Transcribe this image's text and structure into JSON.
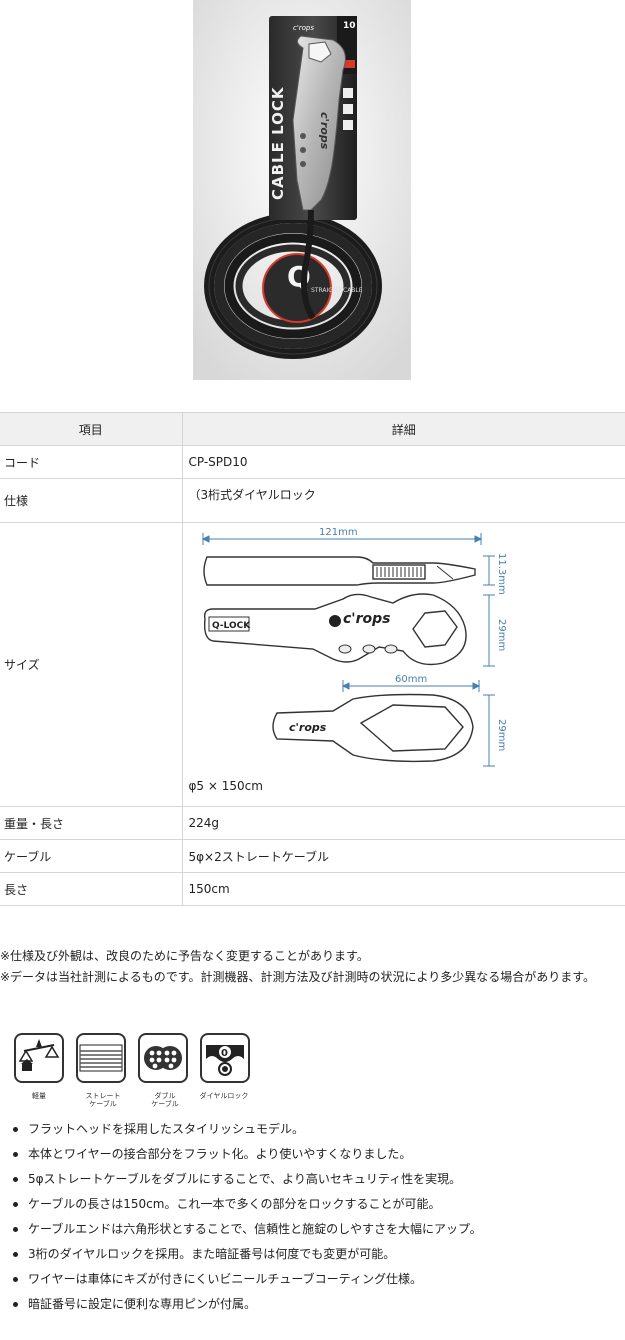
{
  "product_image": {
    "brand_logo": "c'rops",
    "package_number": "10",
    "package_side_text": "CABLE LOCK",
    "coil_label_letter": "Q",
    "coil_label_text": "STRAIGHT CABLE"
  },
  "spec_table": {
    "header": {
      "item": "項目",
      "detail": "詳細"
    },
    "rows": [
      {
        "label": "コード",
        "value": "CP-SPD10"
      },
      {
        "label": "仕様",
        "value": "（3桁式ダイヤルロック"
      },
      {
        "label": "サイズ",
        "value": "φ5 × 150cm"
      },
      {
        "label": "重量・長さ",
        "value": "224g"
      },
      {
        "label": "ケーブル",
        "value": "5φ×2ストレートケーブル"
      },
      {
        "label": "長さ",
        "value": "150cm"
      }
    ]
  },
  "size_diagram": {
    "length_label": "121mm",
    "thickness_label": "11.3mm",
    "height_label": "29mm",
    "width2_label": "60mm",
    "height2_label": "29mm",
    "body_stamp": "Q-LOCK",
    "logo": "c'rops"
  },
  "notes": [
    "※仕様及び外観は、改良のために予告なく変更することがあります。",
    "※データは当社計測によるものです。計測機器、計測方法及び計測時の状況により多少異なる場合があります。"
  ],
  "feature_icons": [
    {
      "name": "light",
      "label": "軽量"
    },
    {
      "name": "straight-cable",
      "label": "ストレート\nケーブル"
    },
    {
      "name": "double-cable",
      "label": "ダブル\nケーブル"
    },
    {
      "name": "dial-lock",
      "label": "ダイヤルロック",
      "symbol": "0"
    }
  ],
  "features": [
    "フラットヘッドを採用したスタイリッシュモデル。",
    "本体とワイヤーの接合部分をフラット化。より使いやすくなりました。",
    "5φストレートケーブルをダブルにすることで、より高いセキュリティ性を実現。",
    "ケーブルの長さは150cm。これ一本で多くの部分をロックすることが可能。",
    "ケーブルエンドは六角形状とすることで、信頼性と施錠のしやすさを大幅にアップ。",
    "3桁のダイヤルロックを採用。また暗証番号は何度でも変更が可能。",
    "ワイヤーは車体にキズが付きにくいビニールチューブコーティング仕様。",
    "暗証番号に設定に便利な専用ピンが付属。"
  ],
  "colors": {
    "dimension_blue": "#4a7fb0",
    "table_header_bg": "#f0f0f0",
    "border": "#d6d6d6",
    "accent_red": "#d63a2a"
  }
}
